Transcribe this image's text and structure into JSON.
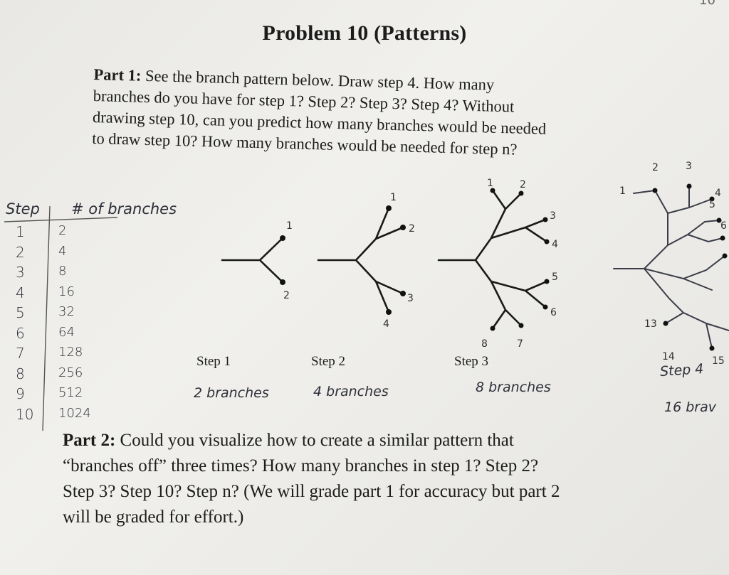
{
  "corner_mark": "10",
  "title": "Problem 10 (Patterns)",
  "part1": {
    "lead": "Part 1:",
    "lines": [
      "See the branch pattern below. Draw step 4. How many",
      "branches do you have for step 1? Step 2? Step 3? Step 4? Without",
      "drawing step 10, can you predict how many branches would be needed",
      "to draw step 10? How many branches would be needed for step n?"
    ]
  },
  "table": {
    "header_step": "Step",
    "header_branches": "# of branches",
    "rows": [
      {
        "step": "1",
        "branches": "2"
      },
      {
        "step": "2",
        "branches": "4"
      },
      {
        "step": "3",
        "branches": "8"
      },
      {
        "step": "4",
        "branches": "16"
      },
      {
        "step": "5",
        "branches": "32"
      },
      {
        "step": "6",
        "branches": "64"
      },
      {
        "step": "7",
        "branches": "128"
      },
      {
        "step": "8",
        "branches": "256"
      },
      {
        "step": "9",
        "branches": "512"
      },
      {
        "step": "10",
        "branches": "1024"
      }
    ]
  },
  "steps": {
    "step1": {
      "label": "Step 1",
      "note": "2 branches"
    },
    "step2": {
      "label": "Step 2",
      "note": "4 branches"
    },
    "step3": {
      "label": "Step 3",
      "note": "8 branches"
    },
    "step4": {
      "label": "Step 4",
      "note": "16 brav"
    }
  },
  "part2": {
    "lead": "Part 2:",
    "lines": [
      "Could you visualize how to create a similar pattern that",
      "“branches off” three times? How many branches in step 1? Step 2?",
      "Step 3? Step 10? Step n? (We will grade part 1 for accuracy but part 2",
      "will be graded for effort.)"
    ]
  }
}
